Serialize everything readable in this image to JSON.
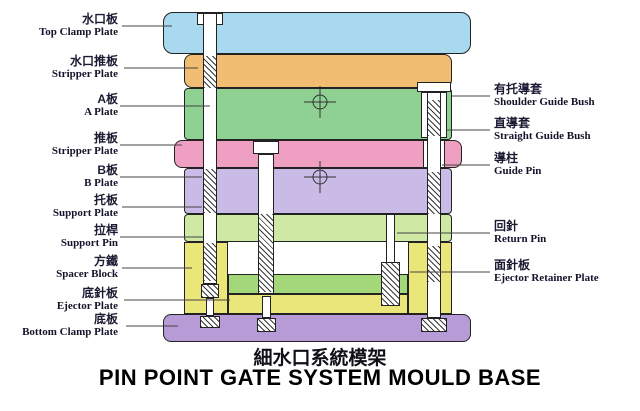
{
  "left_labels": [
    {
      "zh": "水口板",
      "en": "Top Clamp Plate"
    },
    {
      "zh": "水口推板",
      "en": "Stripper Plate"
    },
    {
      "zh": "A板",
      "en": "A Plate"
    },
    {
      "zh": "推板",
      "en": "Stripper Plate"
    },
    {
      "zh": "B板",
      "en": "B Plate"
    },
    {
      "zh": "托板",
      "en": "Support Plate"
    },
    {
      "zh": "拉桿",
      "en": "Support Pin"
    },
    {
      "zh": "方鐵",
      "en": "Spacer Block"
    },
    {
      "zh": "底針板",
      "en": "Ejector Plate"
    },
    {
      "zh": "底板",
      "en": "Bottom Clamp Plate"
    }
  ],
  "right_labels": [
    {
      "zh": "有托導套",
      "en": "Shoulder Guide Bush"
    },
    {
      "zh": "直導套",
      "en": "Straight Guide Bush"
    },
    {
      "zh": "導柱",
      "en": "Guide Pin"
    },
    {
      "zh": "回針",
      "en": "Return Pin"
    },
    {
      "zh": "面針板",
      "en": "Ejector Retainer Plate"
    }
  ],
  "title": {
    "zh": "細水口系統模架",
    "en": "PIN POINT GATE SYSTEM MOULD BASE"
  },
  "colors": {
    "top_clamp_plate": "#a9d9ee",
    "stripper_plate_upper": "#f0bd72",
    "a_plate": "#8fd193",
    "stripper_plate_mid": "#ef9fc2",
    "b_plate": "#c9bbe5",
    "support_plate": "#cfe8a4",
    "spacer_block": "#ebe67a",
    "ejector_retainer_plate": "#a4d67a",
    "ejector_plate": "#ebe67a",
    "bottom_clamp_plate": "#b79bd6"
  }
}
